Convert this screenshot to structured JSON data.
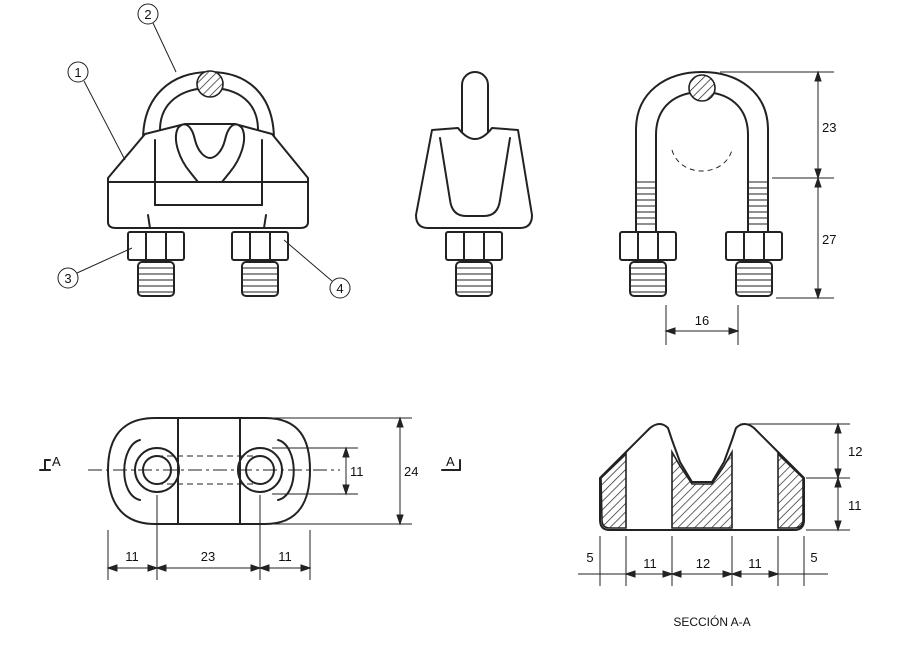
{
  "parts": [
    "1",
    "2",
    "3",
    "4"
  ],
  "dimensions": {
    "side_top": "23",
    "side_bottom": "27",
    "side_width": "16",
    "plan_left": "11",
    "plan_center": "23",
    "plan_right": "11",
    "plan_hole": "11",
    "plan_height": "24",
    "sec_top": "12",
    "sec_bottom": "11",
    "sec_a": "5",
    "sec_b": "11",
    "sec_c": "12",
    "sec_d": "11",
    "sec_e": "5"
  },
  "section_marks": {
    "left": "A",
    "right": "A"
  },
  "section_title": "SECCIÓN A-A",
  "colors": {
    "line": "#222222",
    "background": "#ffffff"
  }
}
